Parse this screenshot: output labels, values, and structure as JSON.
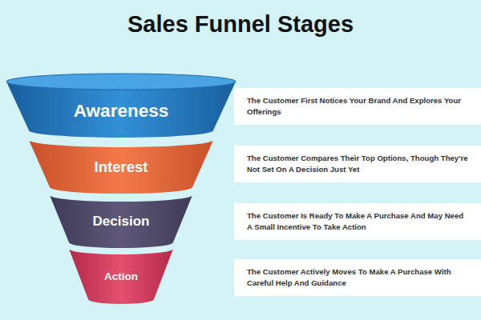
{
  "diagram": {
    "title": "Sales Funnel Stages",
    "nodes": [
      {
        "text": [
          "Awareness"
        ]
      },
      {
        "text": [
          "The Customer First Notices Your Brand And Explores Your Offerings"
        ]
      },
      {
        "text": [
          "Interest"
        ]
      },
      {
        "text": [
          "The Customer Compares Their Top Options, Though They're Not Set On A Decision Just Yet"
        ]
      },
      {
        "text": [
          "Decision"
        ]
      },
      {
        "text": [
          "The Customer Is Ready To Make A Purchase And May Need A Small Incentive To Take Action"
        ]
      },
      {
        "text": [
          "Action"
        ]
      },
      {
        "text": [
          "The Customer Actively Moves To Make A Purchase With Careful Help And Guidance"
        ]
      }
    ]
  }
}
